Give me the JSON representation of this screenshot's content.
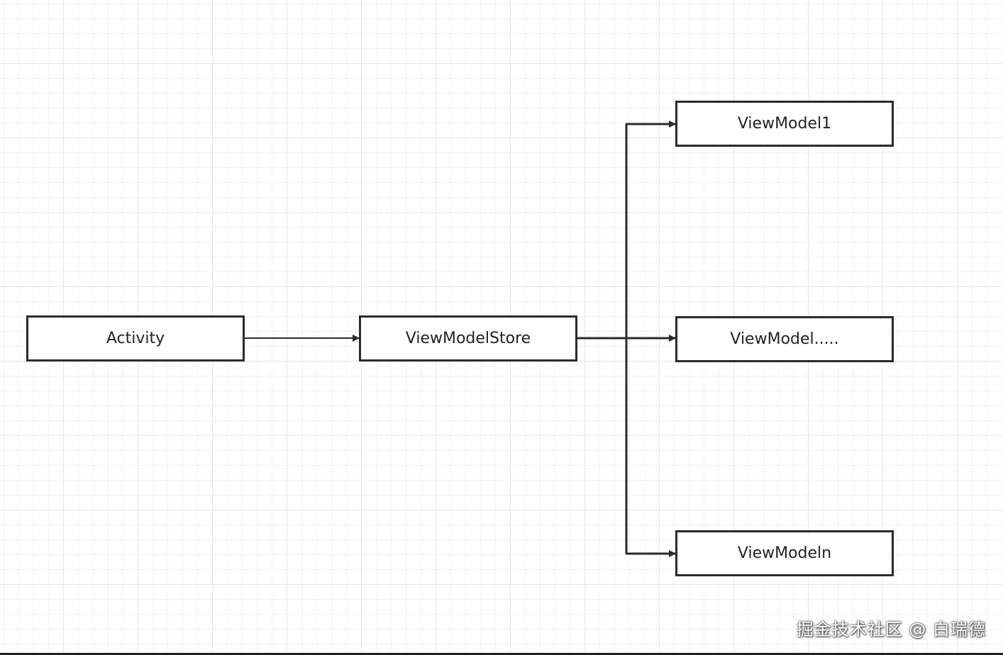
{
  "nodes": {
    "activity": "Activity",
    "store": "ViewModelStore",
    "vm1": "ViewModel1",
    "vm_mid": "ViewModel.....",
    "vm_n": "ViewModeln"
  },
  "edges": [
    {
      "from": "activity",
      "to": "store"
    },
    {
      "from": "store",
      "to": "vm1"
    },
    {
      "from": "store",
      "to": "vm_mid"
    },
    {
      "from": "store",
      "to": "vm_n"
    }
  ],
  "colors": {
    "line": "#2b2b2b",
    "grid_major": "#e6e6e6",
    "grid_minor": "#f3f3f3"
  },
  "watermark": "掘金技术社区 @ 白瑞德"
}
